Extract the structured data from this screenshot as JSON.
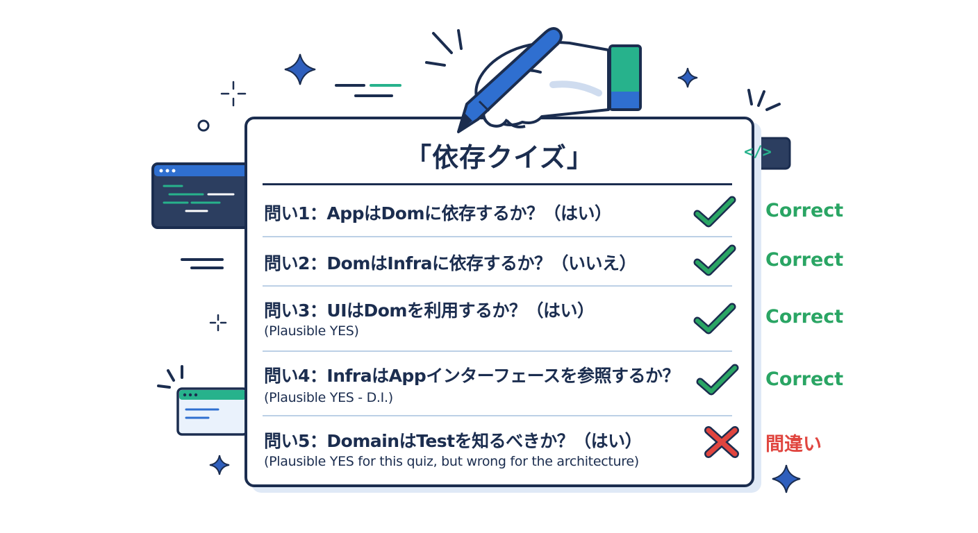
{
  "quiz": {
    "title": "「依存クイズ」",
    "code_badge": "</>",
    "questions": [
      {
        "text": "問い1：AppはDomに依存するか？（はい）",
        "note": "",
        "result": "Correct",
        "mark": "check-icon",
        "result_color": "#2aa564"
      },
      {
        "text": "問い2：DomはInfraに依存するか？（いいえ）",
        "note": "",
        "result": "Correct",
        "mark": "check-icon",
        "result_color": "#2aa564"
      },
      {
        "text": "問い3：UIはDomを利用するか？（はい）",
        "note": "(Plausible YES)",
        "result": "Correct",
        "mark": "check-icon",
        "result_color": "#2aa564"
      },
      {
        "text": "問い4：InfraはAppインターフェースを参照するか？",
        "note": "(Plausible YES - D.I.)",
        "result": "Correct",
        "mark": "check-icon",
        "result_color": "#2aa564"
      },
      {
        "text": "問い5：DomainはTestを知るべきか？（はい）",
        "note": "(Plausible YES for this quiz, but wrong for the architecture)",
        "result": "間違い",
        "mark": "cross-icon",
        "result_color": "#e0453f"
      }
    ]
  },
  "colors": {
    "navy": "#1b2d4f",
    "blue": "#2f6fd0",
    "teal": "#27b28c",
    "green": "#2aa564",
    "red": "#e0453f",
    "divider": "#bcd0e6"
  }
}
